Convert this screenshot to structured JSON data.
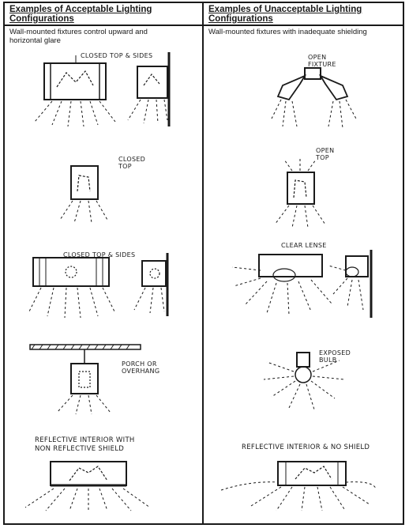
{
  "colors": {
    "ink": "#1a1a1a",
    "paper": "#ffffff"
  },
  "acceptable": {
    "title": "Examples of Acceptable Lighting\nConfigurations",
    "subtitle": "Wall-mounted fixtures control upward and\nhorizontal glare",
    "labels": {
      "closed_top_sides_1": "CLOSED TOP & SIDES",
      "closed_top": "CLOSED\nTOP",
      "closed_top_sides_2": "CLOSED TOP & SIDES",
      "porch": "PORCH OR\nOVERHANG",
      "reflective": "REFLECTIVE INTERIOR WITH\nNON REFLECTIVE SHIELD"
    }
  },
  "unacceptable": {
    "title": "Examples of Unacceptable Lighting\nConfigurations",
    "subtitle": "Wall-mounted fixtures with inadequate shielding",
    "labels": {
      "open_fixture": "OPEN\nFIXTURE",
      "open_top": "OPEN\nTOP",
      "clear_lense": "CLEAR LENSE",
      "exposed_bulb": "EXPOSED\nBULB",
      "reflective_no_shield": "REFLECTIVE INTERIOR & NO SHIELD"
    }
  }
}
